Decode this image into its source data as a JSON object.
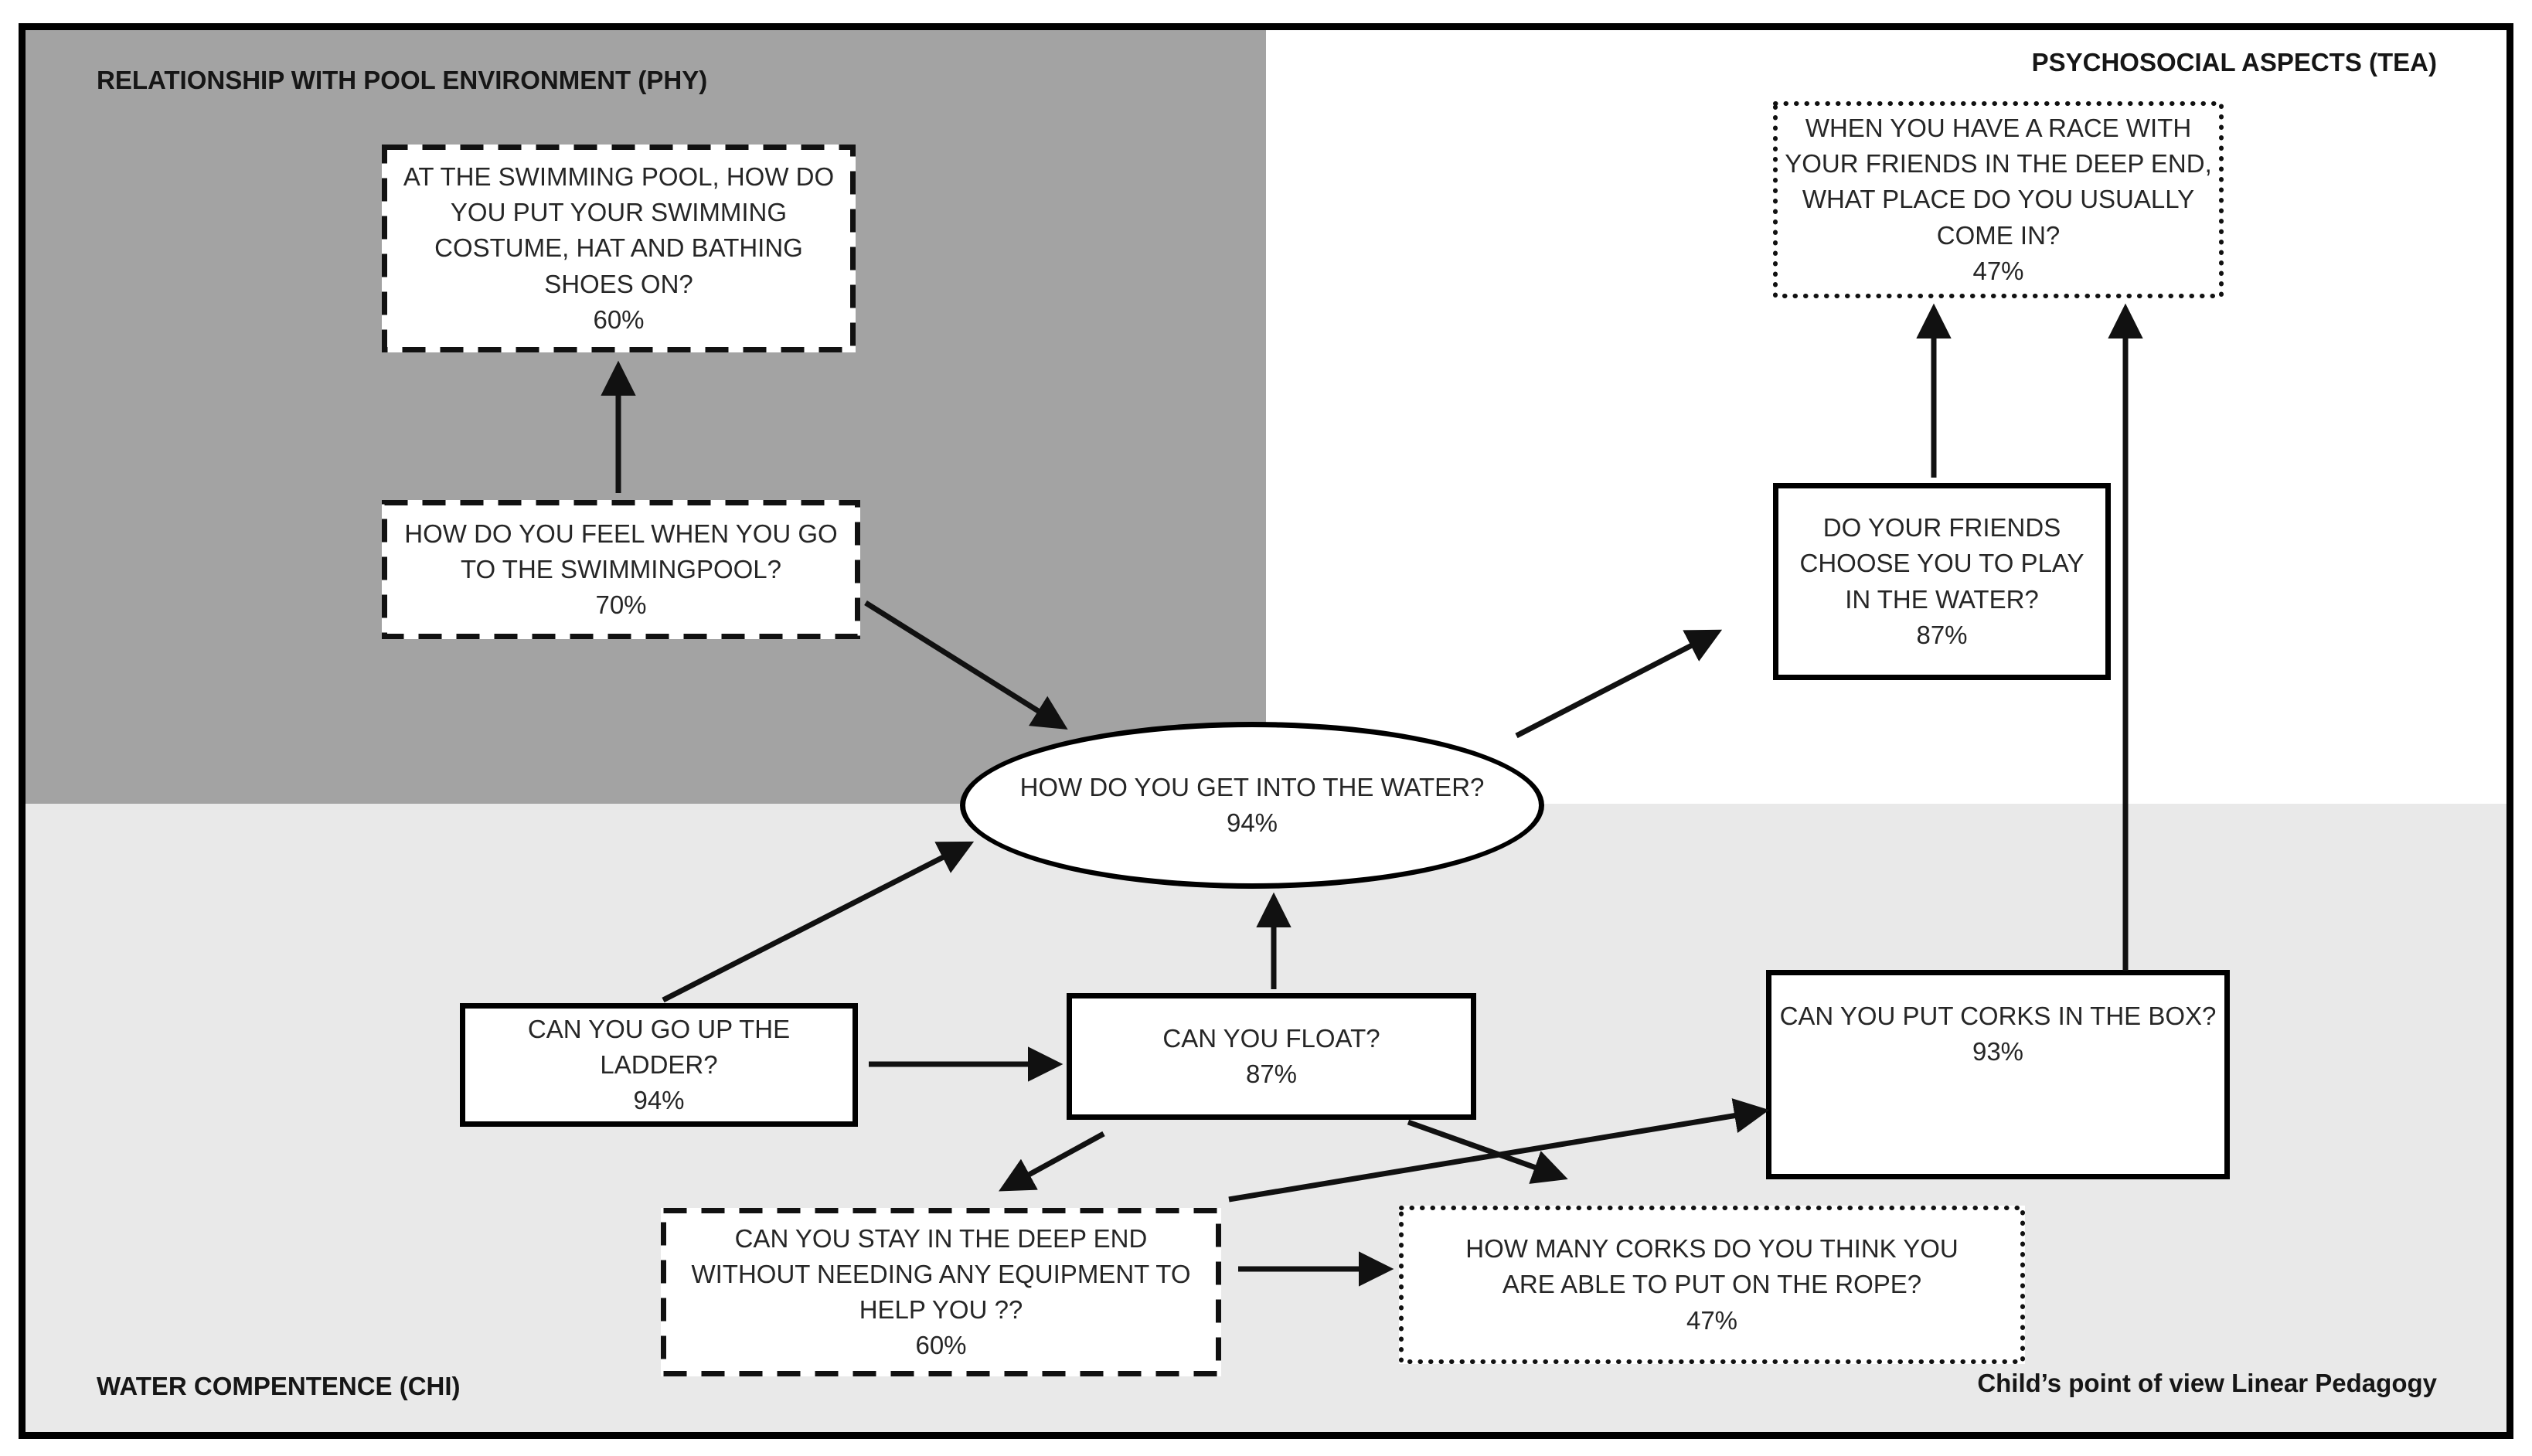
{
  "regions": {
    "phy": {
      "label": "RELATIONSHIP WITH POOL ENVIRONMENT (PHY)"
    },
    "tea": {
      "label": "PSYCHOSOCIAL ASPECTS (TEA)"
    },
    "chi": {
      "label": "WATER COMPENTENCE (CHI)"
    },
    "pedagogy": {
      "label": "Child’s point of view Linear Pedagogy"
    }
  },
  "nodes": {
    "costume": {
      "question": "AT THE SWIMMING POOL, HOW DO\nYOU PUT YOUR SWIMMING\nCOSTUME, HAT AND BATHING\nSHOES ON?",
      "pct": "60%",
      "border": "dashed"
    },
    "feel": {
      "question": "HOW DO YOU FEEL WHEN YOU GO\nTO THE SWIMMINGPOOL?",
      "pct": "70%",
      "border": "dashed"
    },
    "water": {
      "question": "HOW DO YOU GET INTO THE WATER?",
      "pct": "94%",
      "border": "solid-ellipse"
    },
    "race": {
      "question": "WHEN YOU HAVE A RACE WITH\nYOUR FRIENDS IN THE DEEP END,\nWHAT PLACE DO YOU USUALLY\nCOME IN?",
      "pct": "47%",
      "border": "dotted"
    },
    "friends": {
      "question": "DO YOUR FRIENDS\nCHOOSE YOU TO PLAY\nIN THE WATER?",
      "pct": "87%",
      "border": "solid"
    },
    "ladder": {
      "question": "CAN YOU GO UP THE\nLADDER?",
      "pct": "94%",
      "border": "solid"
    },
    "float": {
      "question": "CAN YOU FLOAT?",
      "pct": "87%",
      "border": "solid"
    },
    "corks": {
      "question": "CAN YOU PUT CORKS IN THE BOX?",
      "pct": "93%",
      "border": "solid"
    },
    "deepend": {
      "question": "CAN YOU STAY IN THE DEEP END\nWITHOUT NEEDING ANY EQUIPMENT TO\nHELP YOU ??",
      "pct": "60%",
      "border": "dashed"
    },
    "howmany": {
      "question": "HOW MANY CORKS DO YOU THINK YOU\nARE ABLE TO PUT ON THE ROPE?",
      "pct": "47%",
      "border": "dotted"
    }
  },
  "edges": [
    {
      "from": "feel",
      "to": "costume"
    },
    {
      "from": "feel",
      "to": "water"
    },
    {
      "from": "water",
      "to": "friends"
    },
    {
      "from": "friends",
      "to": "race"
    },
    {
      "from": "corks",
      "to": "race"
    },
    {
      "from": "ladder",
      "to": "water"
    },
    {
      "from": "ladder",
      "to": "float"
    },
    {
      "from": "float",
      "to": "water"
    },
    {
      "from": "float",
      "to": "deepend"
    },
    {
      "from": "deepend",
      "to": "corks"
    },
    {
      "from": "float",
      "to": "howmany"
    },
    {
      "from": "deepend",
      "to": "howmany"
    }
  ],
  "colors": {
    "quadrant_dark_gray": "#a3a3a3",
    "quadrant_light_gray": "#e9e9e9",
    "line_black": "#111111",
    "background_white": "#ffffff"
  }
}
